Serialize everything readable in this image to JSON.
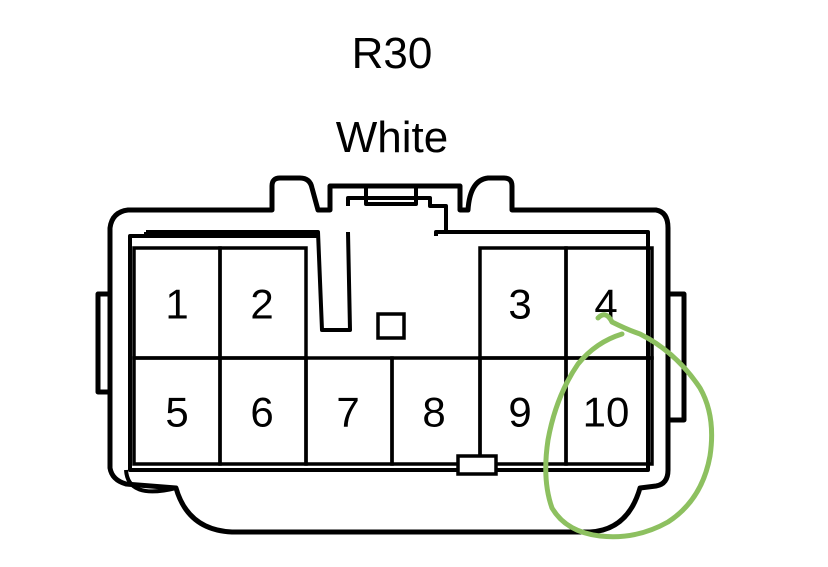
{
  "connector": {
    "id": "R30",
    "color_label": "White"
  },
  "pins": [
    "1",
    "2",
    "3",
    "4",
    "5",
    "6",
    "7",
    "8",
    "9",
    "10"
  ],
  "annotation": {
    "type": "hand-drawn circle",
    "stroke_color": "#8dc060",
    "target_pin": "10"
  }
}
